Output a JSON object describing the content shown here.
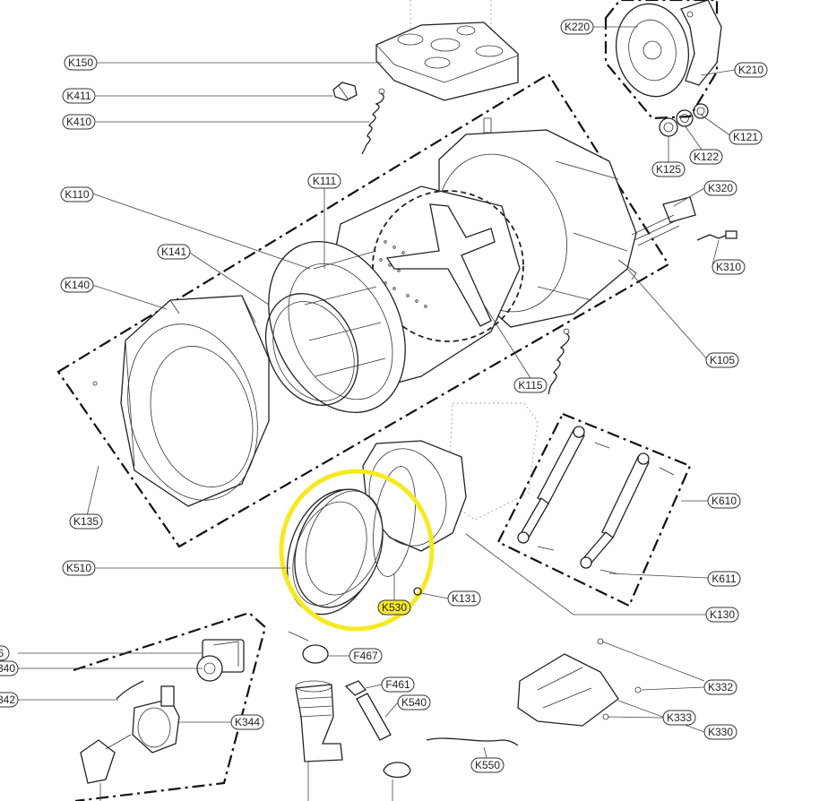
{
  "diagram": {
    "labels": {
      "K150": "K150",
      "K411": "K411",
      "K410": "K410",
      "K110": "K110",
      "K111": "K111",
      "K141": "K141",
      "K140": "K140",
      "K135": "K135",
      "K115": "K115",
      "K105": "K105",
      "K220": "K220",
      "K210": "K210",
      "K121": "K121",
      "K122": "K122",
      "K125": "K125",
      "K320": "K320",
      "K310": "K310",
      "K610": "K610",
      "K611": "K611",
      "K130": "K130",
      "K510": "K510",
      "K530": "K530",
      "K131": "K131",
      "F467": "F467",
      "F461": "F461",
      "K540": "K540",
      "K550": "K550",
      "K332": "K332",
      "K333": "K333",
      "K330": "K330",
      "K344": "K344",
      "K342": "342",
      "K340": "340",
      "K346": "6"
    },
    "highlight": {
      "part": "K530",
      "color": "#f5ea22"
    },
    "colors": {
      "line": "#222222",
      "label_border": "#333333",
      "background": "#ffffff"
    }
  }
}
